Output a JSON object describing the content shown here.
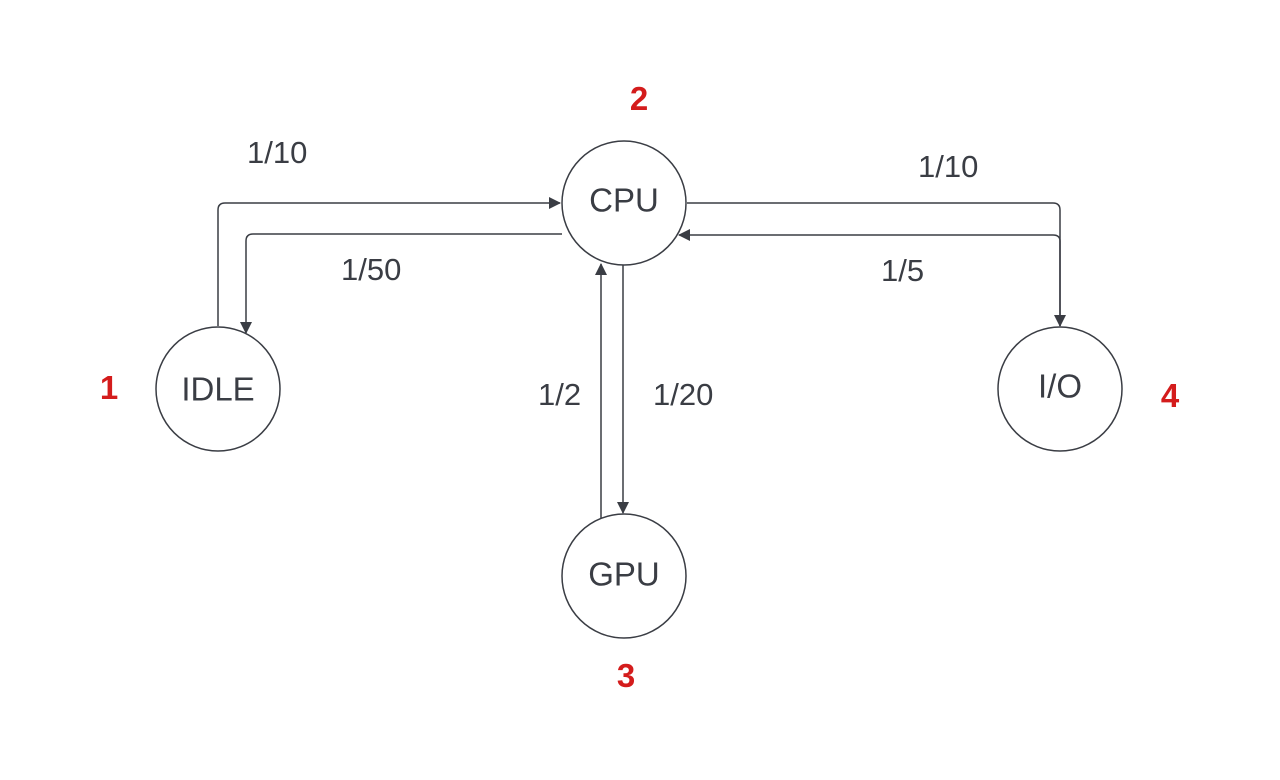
{
  "colors": {
    "stroke": "#3a3d44",
    "text": "#3a3d44",
    "number": "#d41c1c"
  },
  "states": {
    "idle": {
      "label": "IDLE",
      "number": "1"
    },
    "cpu": {
      "label": "CPU",
      "number": "2"
    },
    "gpu": {
      "label": "GPU",
      "number": "3"
    },
    "io": {
      "label": "I/O",
      "number": "4"
    }
  },
  "transitions": {
    "idle_to_cpu": "1/10",
    "cpu_to_idle": "1/50",
    "cpu_to_io": "1/10",
    "io_to_cpu": "1/5",
    "gpu_to_cpu": "1/2",
    "cpu_to_gpu": "1/20"
  }
}
